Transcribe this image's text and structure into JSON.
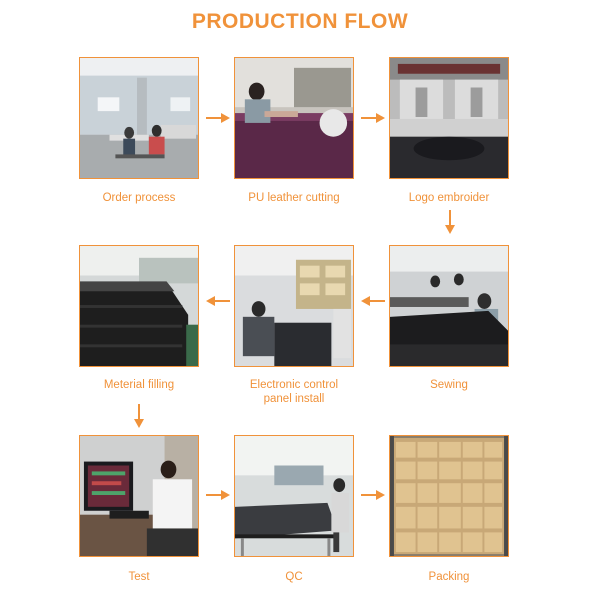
{
  "title": "PRODUCTION FLOW",
  "accent_color": "#f0923a",
  "steps": [
    {
      "label": "Order process"
    },
    {
      "label": "PU leather cutting"
    },
    {
      "label": "Logo embroider"
    },
    {
      "label": "Meterial filling"
    },
    {
      "label": "Electronic control\npanel install"
    },
    {
      "label": "Sewing"
    },
    {
      "label": "Test"
    },
    {
      "label": "QC"
    },
    {
      "label": "Packing"
    }
  ]
}
